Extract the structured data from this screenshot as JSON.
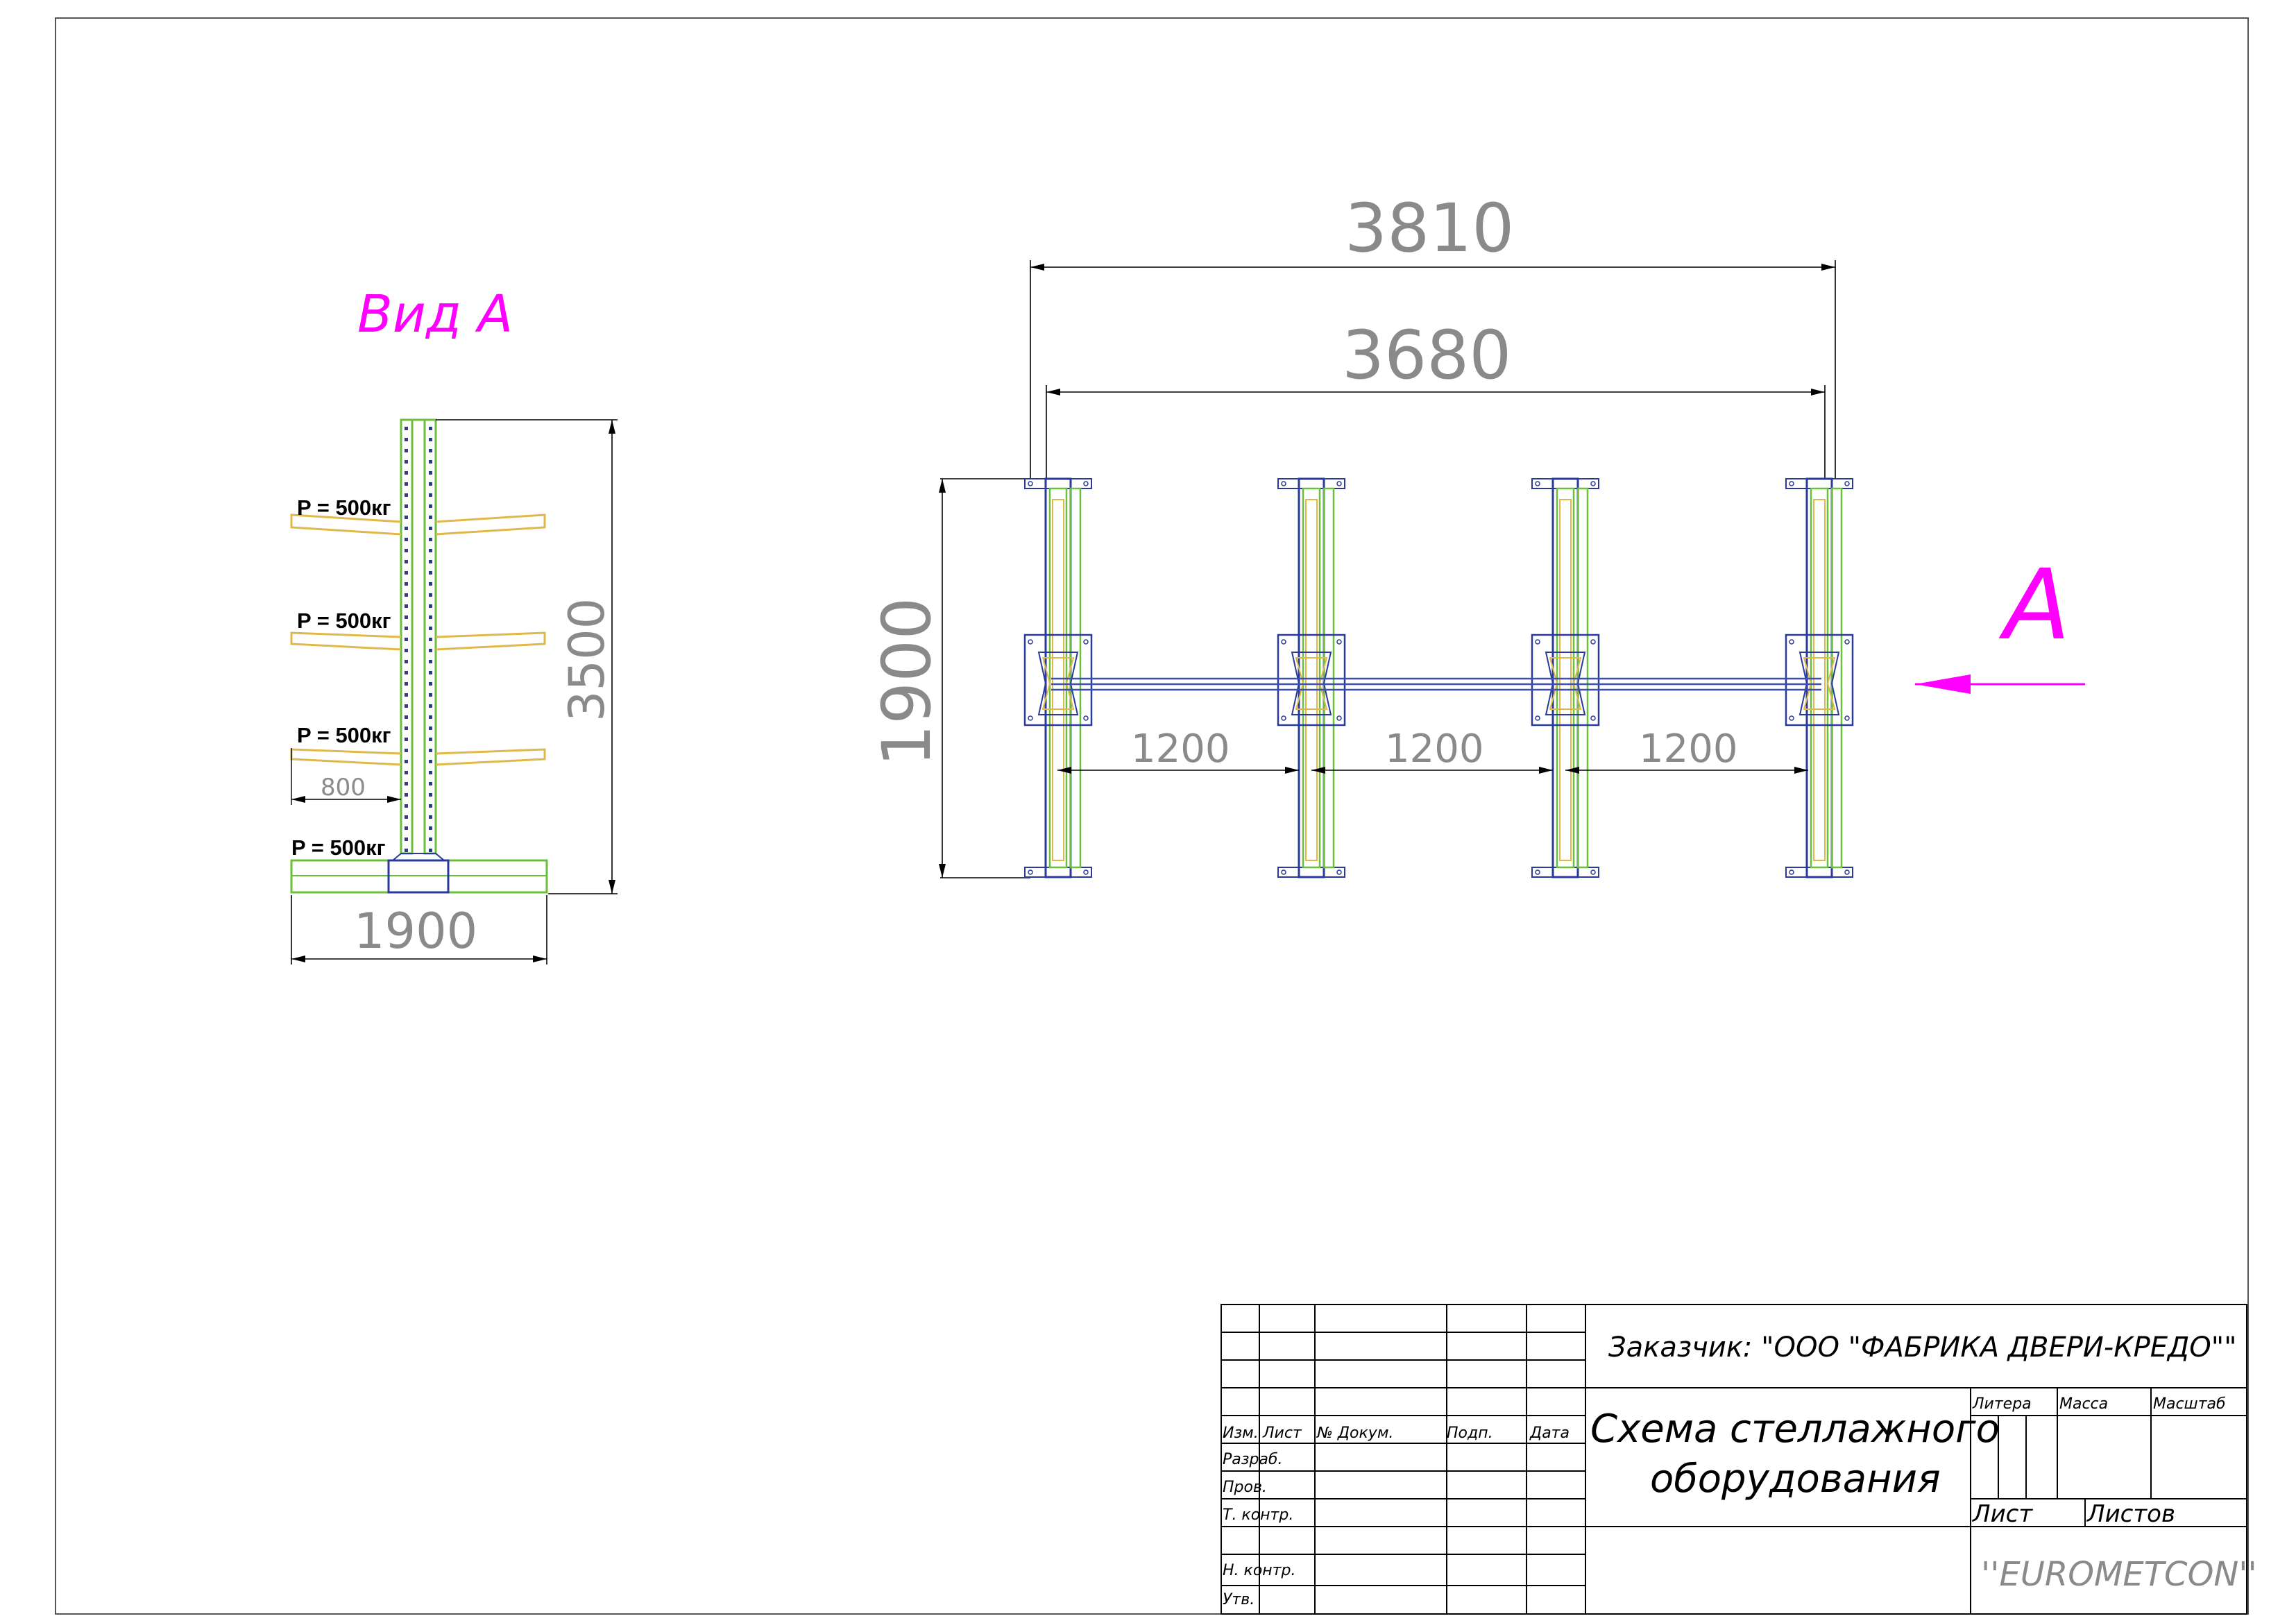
{
  "view_a": {
    "title": "Вид А",
    "loads": [
      "P = 500кг",
      "P = 500кг",
      "P = 500кг",
      "P = 500кг"
    ],
    "dim_height": "3500",
    "dim_depth": "1900",
    "dim_arm": "800"
  },
  "plan": {
    "dim_overall": "3810",
    "dim_inner": "3680",
    "dim_depth": "1900",
    "spans": [
      "1200",
      "1200",
      "1200"
    ],
    "view_marker": "A"
  },
  "title_block": {
    "customer": "Заказчик: \"ООО \"ФАБРИКА ДВЕРИ-КРЕДО\"\"",
    "drawing_title_line1": "Схема стеллажного",
    "drawing_title_line2": "оборудования",
    "company": "''EUROMETCON''",
    "headers": {
      "izm": "Изм.",
      "list": "Лист",
      "doc": "№ Докум.",
      "podp": "Подп.",
      "date": "Дата",
      "litera": "Литера",
      "massa": "Масса",
      "masshtab": "Масштаб",
      "list2": "Лист",
      "listov": "Листов"
    },
    "roles": [
      "Разраб.",
      "Пров.",
      "Т. контр.",
      "Н. контр.",
      "Утв."
    ]
  },
  "colors": {
    "frame": "#555555",
    "upright": "#6bbf3a",
    "arm": "#e0b84a",
    "base": "#2a3a9a",
    "beam": "#3d4fb0",
    "marker": "#ff00ff"
  }
}
